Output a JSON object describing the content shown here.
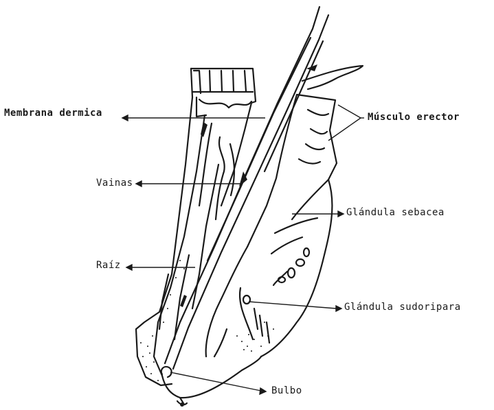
{
  "labels": {
    "membrana": "Membrana dermica",
    "musculo": "Músculo erector",
    "vainas": "Vainas",
    "glandula_sebacea": "Glándula sebacea",
    "raiz": "Raíz",
    "glandula_sudoripara": "Glándula sudoripara",
    "bulbo": "Bulbo"
  },
  "colors": {
    "ink": "#1a1a1a",
    "paper": "#ffffff"
  }
}
